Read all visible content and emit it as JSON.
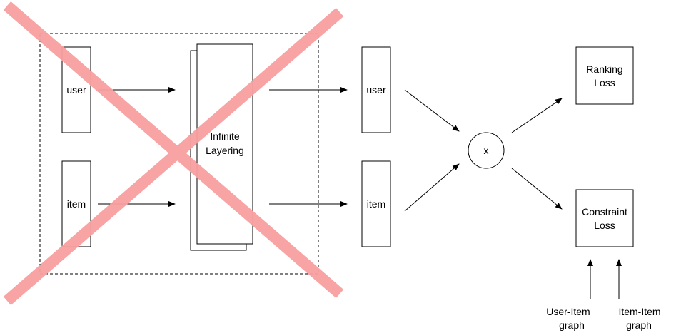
{
  "labels": {
    "user_input": "user",
    "item_input": "item",
    "infinite_layering_line1": "Infinite",
    "infinite_layering_line2": "Layering",
    "user_output": "user",
    "item_output": "item",
    "product_op": "x",
    "ranking_loss_line1": "Ranking",
    "ranking_loss_line2": "Loss",
    "constraint_loss_line1": "Constraint",
    "constraint_loss_line2": "Loss",
    "user_item_graph_line1": "User-Item",
    "user_item_graph_line2": "graph",
    "item_item_graph_line1": "Item-Item",
    "item_item_graph_line2": "graph"
  },
  "colors": {
    "stroke": "#000000",
    "background": "#ffffff",
    "cross_out": "#f8a0a0"
  }
}
